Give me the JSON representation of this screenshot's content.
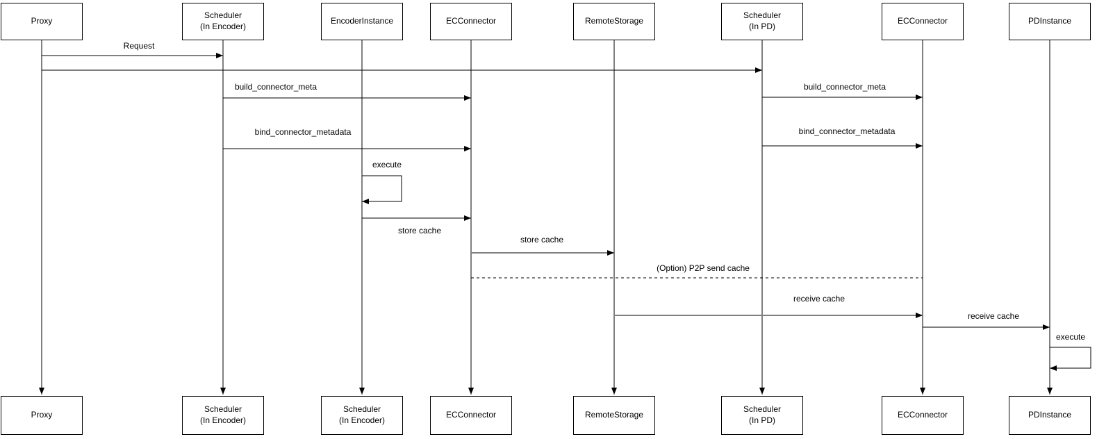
{
  "diagram": {
    "kind": "uml-sequence-diagram",
    "background_color": "#ffffff",
    "line_color": "#000000",
    "gray_arrow_color": "#808080",
    "participants_top": [
      {
        "label": "Proxy"
      },
      {
        "label": "Scheduler\n(In Encoder)"
      },
      {
        "label": "EncoderInstance"
      },
      {
        "label": "ECConnector"
      },
      {
        "label": "RemoteStorage"
      },
      {
        "label": "Scheduler\n(In PD)"
      },
      {
        "label": "ECConnector"
      },
      {
        "label": "PDInstance"
      }
    ],
    "participants_bottom": [
      {
        "label": "Proxy"
      },
      {
        "label": "Scheduler\n(In Encoder)"
      },
      {
        "label": "Scheduler\n(In Encoder)"
      },
      {
        "label": "ECConnector"
      },
      {
        "label": "RemoteStorage"
      },
      {
        "label": "Scheduler\n(In PD)"
      },
      {
        "label": "ECConnector"
      },
      {
        "label": "PDInstance"
      }
    ],
    "messages": [
      {
        "label": "Request",
        "from": "Proxy",
        "to": "Scheduler (In Encoder)",
        "style": "solid-arrow"
      },
      {
        "label": "",
        "from": "Proxy",
        "to": "Scheduler (In PD)",
        "style": "solid-arrow"
      },
      {
        "label": "build_connector_meta",
        "from": "Scheduler (In Encoder)",
        "to": "ECConnector",
        "style": "solid-arrow"
      },
      {
        "label": "build_connector_meta",
        "from": "Scheduler (In PD)",
        "to": "ECConnector",
        "style": "solid-arrow"
      },
      {
        "label": "bind_connector_metadata",
        "from": "Scheduler (In Encoder)",
        "to": "ECConnector",
        "style": "solid-arrow"
      },
      {
        "label": "bind_connector_metadata",
        "from": "Scheduler (In PD)",
        "to": "ECConnector",
        "style": "solid-arrow"
      },
      {
        "label": "execute",
        "from": "EncoderInstance",
        "to": "EncoderInstance",
        "style": "self-loop"
      },
      {
        "label": "store cache",
        "from": "EncoderInstance",
        "to": "ECConnector",
        "style": "solid-arrow",
        "label_position": "below"
      },
      {
        "label": "store cache",
        "from": "ECConnector",
        "to": "RemoteStorage",
        "style": "solid-arrow-gray"
      },
      {
        "label": "(Option) P2P send cache",
        "from": "ECConnector",
        "to": "ECConnector",
        "style": "dashed-no-arrow"
      },
      {
        "label": "receive cache",
        "from": "RemoteStorage",
        "to": "ECConnector",
        "style": "solid-arrow-gray"
      },
      {
        "label": "receive cache",
        "from": "ECConnector",
        "to": "PDInstance",
        "style": "solid-arrow"
      },
      {
        "label": "execute",
        "from": "PDInstance",
        "to": "PDInstance",
        "style": "self-loop"
      }
    ]
  }
}
